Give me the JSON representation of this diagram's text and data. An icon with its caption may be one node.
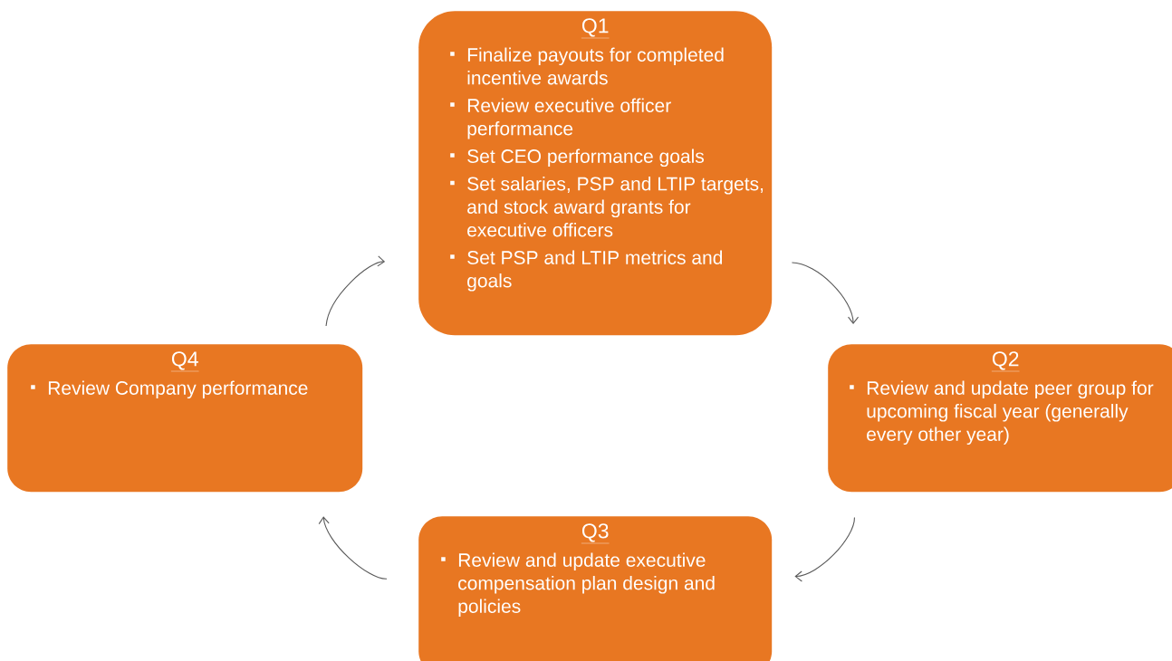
{
  "diagram": {
    "nodes": [
      {
        "text": [
          "Q1",
          "Finalize payouts for completed incentive awards",
          "Review executive officer performance",
          "Set CEO performance goals",
          "Set salaries, PSP and LTIP targets, and stock award grants for executive officers",
          "Set PSP and LTIP metrics and goals"
        ]
      },
      {
        "text": [
          "Q2",
          "Review and update peer group for upcoming fiscal year (generally every other year)"
        ]
      },
      {
        "text": [
          "Q3",
          "Review and update executive compensation plan design and policies"
        ]
      },
      {
        "text": [
          "Q4",
          "Review Company performance"
        ]
      }
    ],
    "edges": [
      {
        "from": 0,
        "to": 1,
        "arrow": "to"
      },
      {
        "from": 1,
        "to": 2,
        "arrow": "to"
      },
      {
        "from": 2,
        "to": 3,
        "arrow": "to"
      },
      {
        "from": 3,
        "to": 0,
        "arrow": "to"
      }
    ]
  }
}
